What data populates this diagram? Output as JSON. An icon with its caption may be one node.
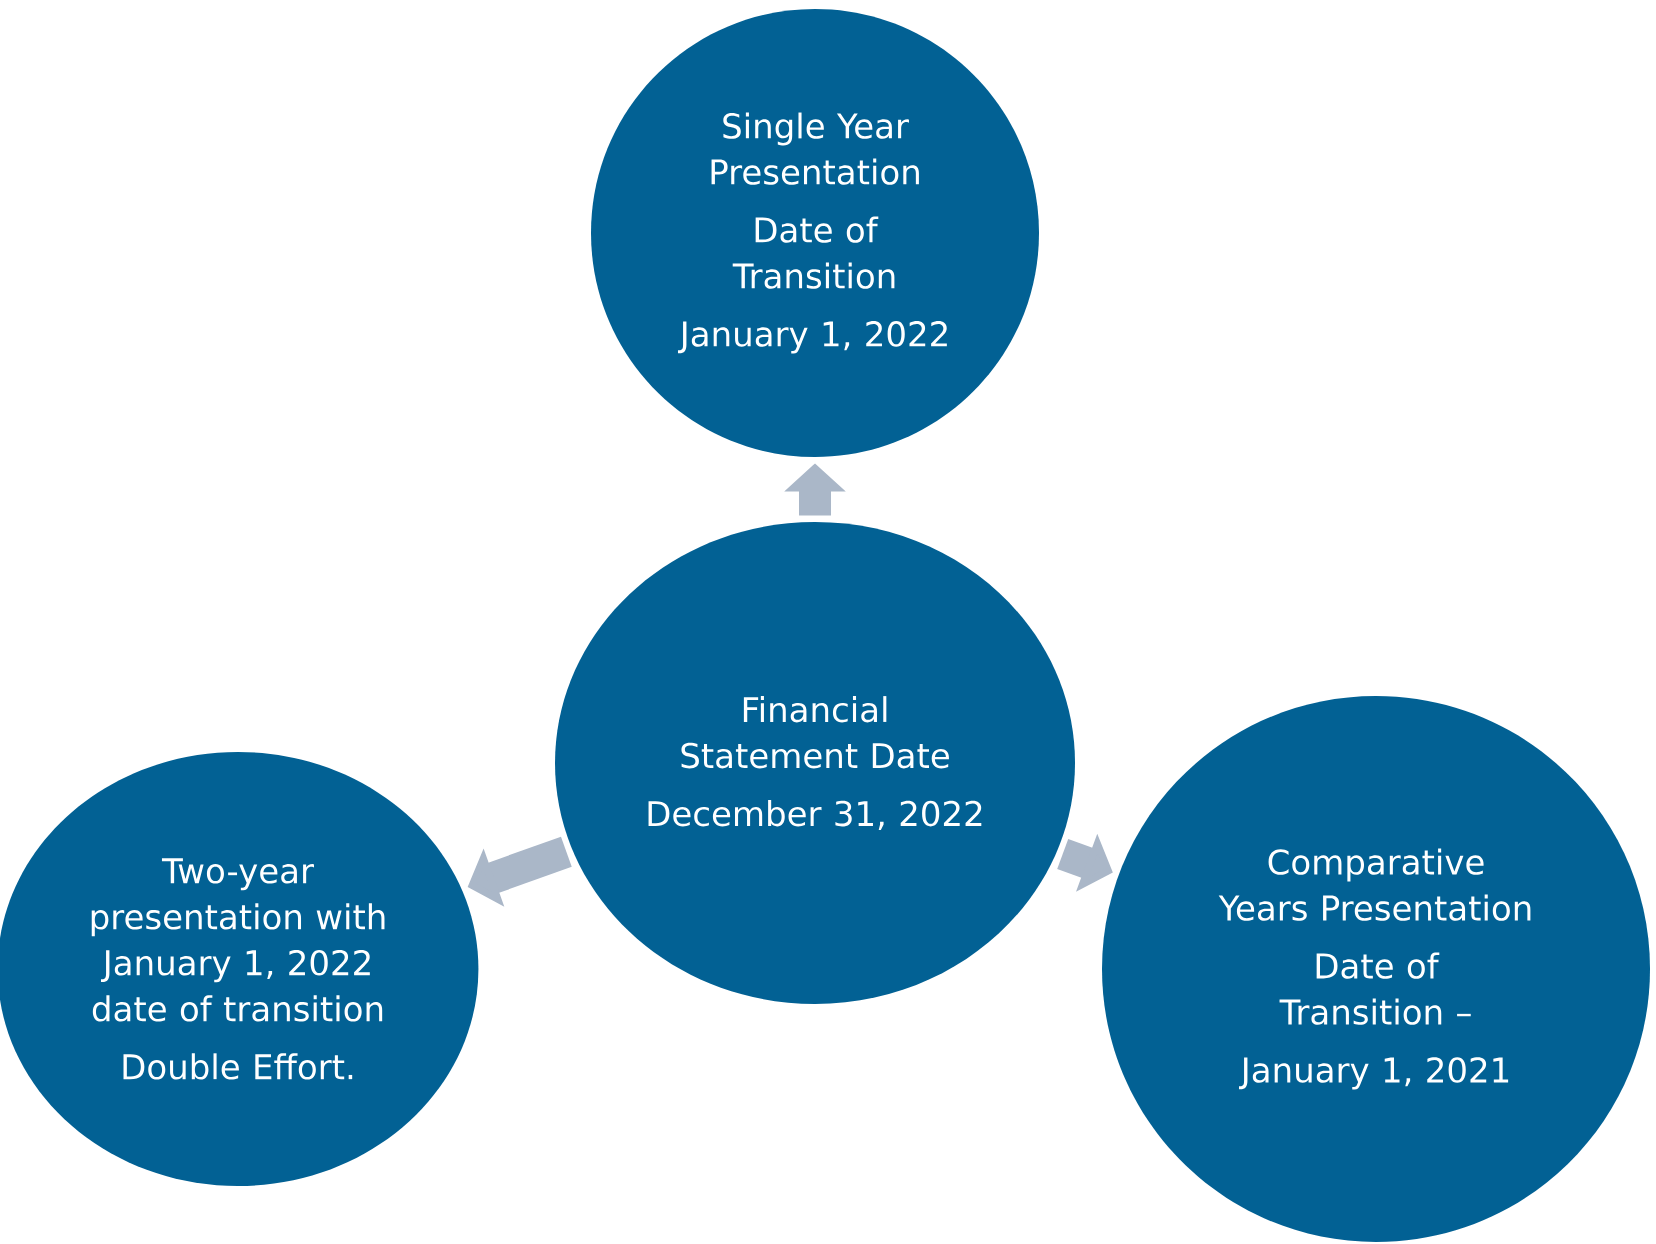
{
  "diagram": {
    "nodes": [
      {
        "text": [
          "Single Year Presentation",
          "Date of Transition",
          "January 1, 2022"
        ]
      },
      {
        "text": [
          "Financial Statement Date",
          "December 31, 2022"
        ]
      },
      {
        "text": [
          "Two-year presentation with January 1, 2022 date of transition",
          "Double Effort."
        ]
      },
      {
        "text": [
          "Comparative Years Presentation",
          "Date of Transition –",
          "January 1, 2021"
        ]
      }
    ],
    "edges": [
      {
        "from": 1,
        "to": 0,
        "arrow": "to"
      },
      {
        "from": 1,
        "to": 2,
        "arrow": "to"
      },
      {
        "from": 1,
        "to": 3,
        "arrow": "to"
      }
    ]
  }
}
